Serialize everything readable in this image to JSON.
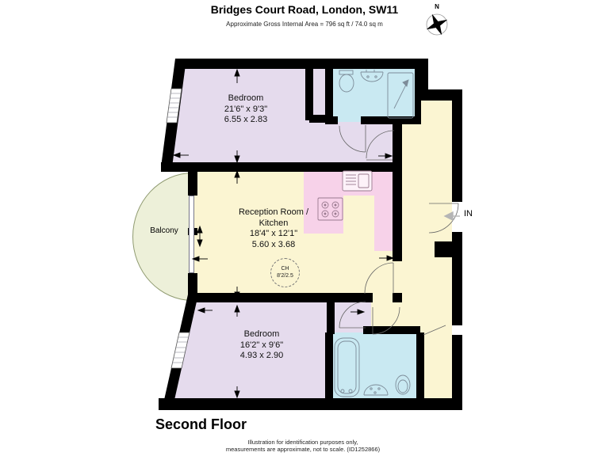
{
  "header": {
    "title": "Bridges Court Road, London, SW11",
    "subtitle": "Approximate Gross Internal Area =  796 sq ft / 74.0 sq m",
    "compass_label": "N"
  },
  "rooms": {
    "bedroom_top": {
      "name": "Bedroom",
      "imperial": "21'6\" x 9'3\"",
      "metric": "6.55 x 2.83"
    },
    "reception": {
      "name_line1": "Reception Room /",
      "name_line2": "Kitchen",
      "imperial": "18'4\" x 12'1\"",
      "metric": "5.60 x 3.68"
    },
    "ceiling_height": {
      "label": "CH",
      "value": "8'2/2.5"
    },
    "balcony": {
      "name": "Balcony"
    },
    "bedroom_bottom": {
      "name": "Bedroom",
      "imperial": "16'2\" x 9'6\"",
      "metric": "4.93 x 2.90"
    },
    "entrance": {
      "label": "IN"
    }
  },
  "footer": {
    "floor_label": "Second Floor",
    "disclaimer_line1": "Illustration for identification purposes only,",
    "disclaimer_line2": "measurements are approximate, not to scale. (ID1252866)"
  },
  "colors": {
    "wall": "#000000",
    "bedroom_fill": "#e5dbed",
    "living_fill": "#fbf5d2",
    "bathroom_fill": "#c9e9f2",
    "kitchen_fill": "#f7d2e9",
    "balcony_fill": "#edf0d9"
  },
  "icons": {
    "compass_rose": "compass-rose-icon",
    "fixtures": [
      "toilet",
      "basin",
      "shower",
      "sink",
      "hob",
      "bathtub"
    ]
  }
}
